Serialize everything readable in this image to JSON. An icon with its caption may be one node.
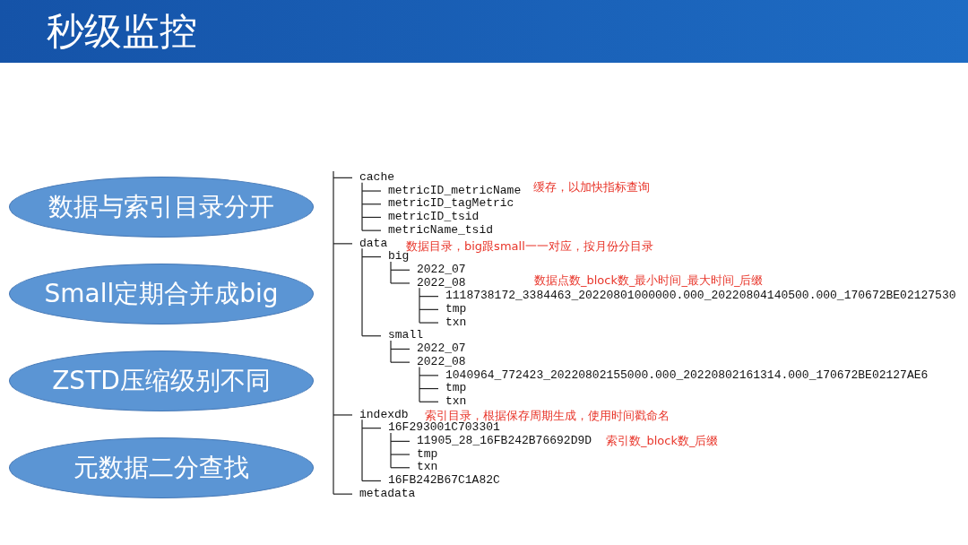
{
  "diagram": {
    "title": "秒级监控",
    "nodes": [
      {
        "text": [
          "数据与索引目录分开"
        ]
      },
      {
        "text": [
          "Small定期合并成big"
        ]
      },
      {
        "text": [
          "ZSTD压缩级别不同"
        ]
      },
      {
        "text": [
          "元数据二分查找"
        ]
      }
    ],
    "labels": [
      "cache",
      "metricID_metricName",
      "缓存，以加快指标查询",
      "metricID_tagMetric",
      "metricID_tsid",
      "metricName_tsid",
      "data",
      "数据目录，big跟small一一对应，按月份分目录",
      "big",
      "2022_07",
      "2022_08",
      "数据点数_block数_最小时间_最大时间_后缀",
      "1118738172_3384463_20220801000000.000_20220804140500.000_170672BE02127530",
      "tmp",
      "txn",
      "small",
      "2022_07",
      "2022_08",
      "1040964_772423_20220802155000.000_20220802161314.000_170672BE02127AE6",
      "tmp",
      "txn",
      "indexdb",
      "索引目录，根据保存周期生成，使用时间戳命名",
      "16F293001C703301",
      "11905_28_16FB242B76692D9D",
      "索引数_block数_后缀",
      "tmp",
      "txn",
      "16FB242B67C1A82C",
      "metadata"
    ]
  }
}
